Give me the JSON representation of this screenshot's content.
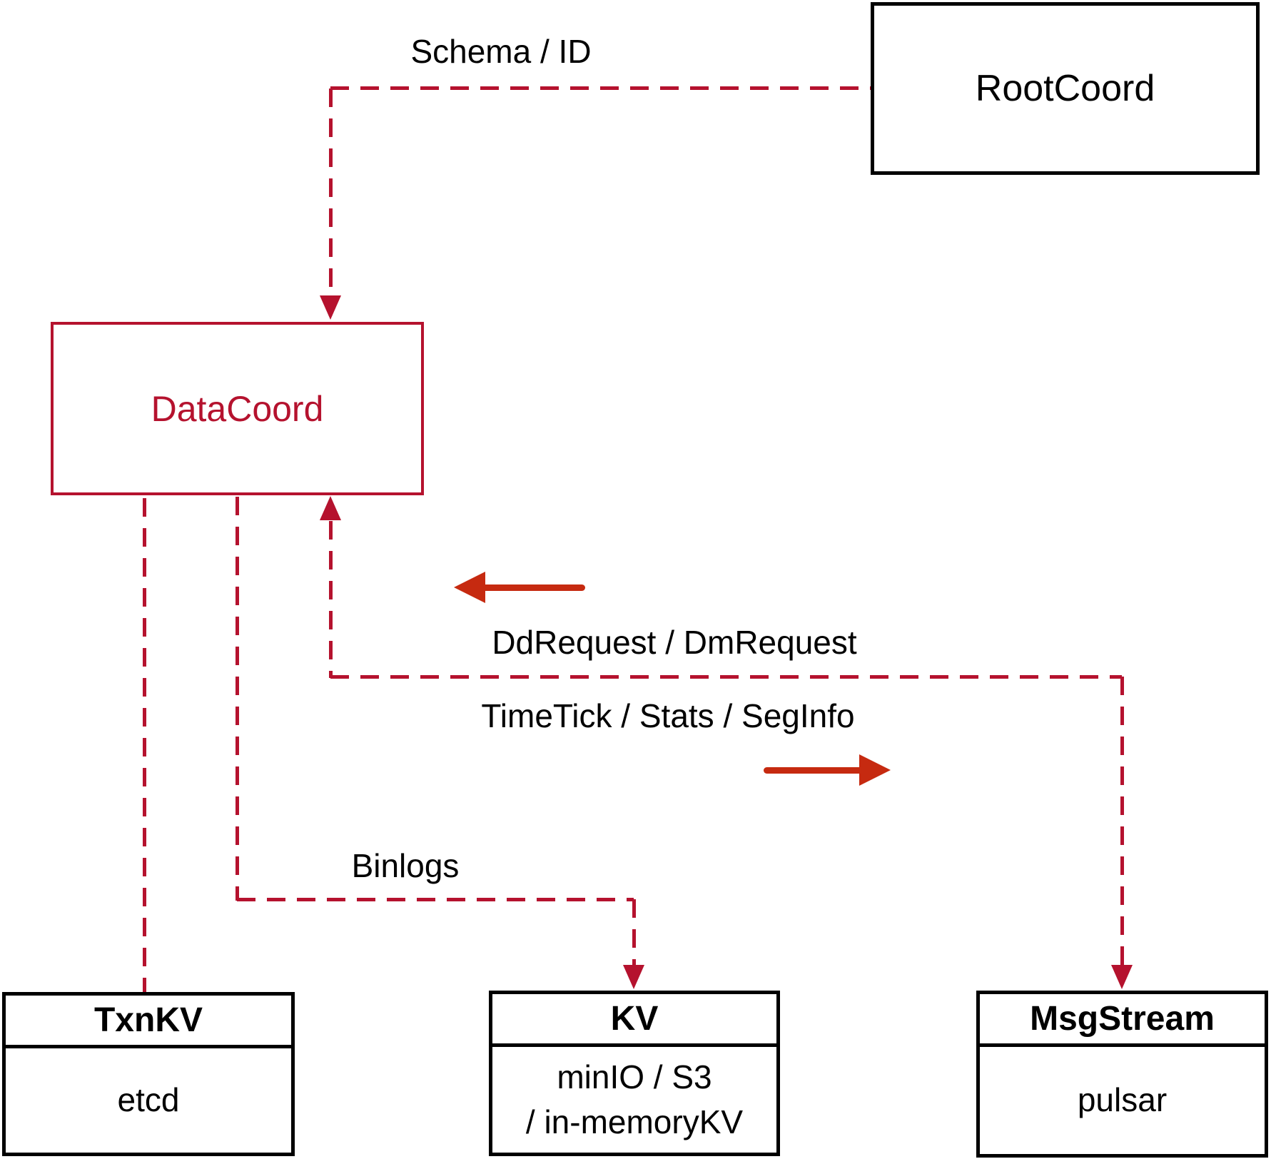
{
  "colors": {
    "line_red": "#b5122e",
    "arrow_red": "#c62a10",
    "box_black": "#000000",
    "background": "#ffffff"
  },
  "nodes": {
    "rootcoord": {
      "label": "RootCoord"
    },
    "datacoord": {
      "label": "DataCoord"
    },
    "txnkv": {
      "header": "TxnKV",
      "body": "etcd"
    },
    "kv": {
      "header": "KV",
      "body_line1": "minIO / S3",
      "body_line2": "/ in-memoryKV"
    },
    "msgstream": {
      "header": "MsgStream",
      "body": "pulsar"
    }
  },
  "edges": {
    "schema_id": {
      "label": "Schema / ID"
    },
    "dd_dm_request": {
      "label": "DdRequest / DmRequest"
    },
    "timetick_stats_seginfo": {
      "label": "TimeTick / Stats / SegInfo"
    },
    "binlogs": {
      "label": "Binlogs"
    }
  }
}
